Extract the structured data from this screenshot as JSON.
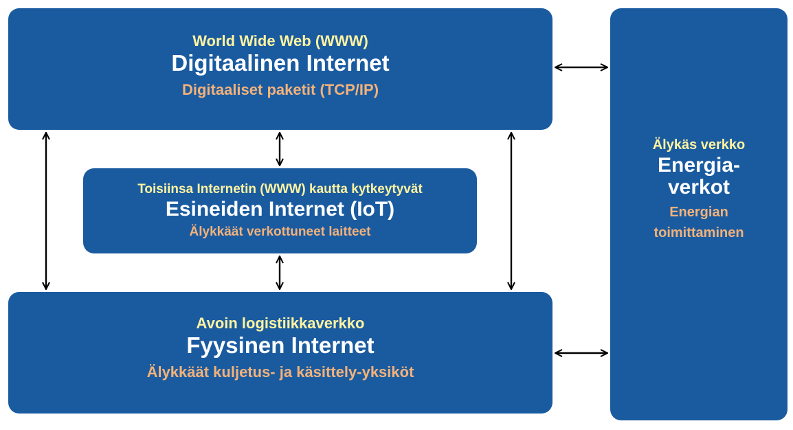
{
  "www_box": {
    "top": "World Wide Web (WWW)",
    "main": "Digitaalinen Internet",
    "sub": "Digitaaliset paketit (TCP/IP)"
  },
  "iot_box": {
    "top": "Toisiinsa Internetin (WWW) kautta kytkeytyvät",
    "main": "Esineiden Internet (IoT)",
    "sub": "Älykkäät verkottuneet laitteet"
  },
  "physical_box": {
    "top": "Avoin logistiikkaverkko",
    "main": "Fyysinen Internet",
    "sub": "Älykkäät kuljetus- ja käsittely-yksiköt"
  },
  "energy_box": {
    "top": "Älykäs verkko",
    "main_line1": "Energia-",
    "main_line2": "verkot",
    "sub_line1": "Energian",
    "sub_line2": "toimittaminen"
  },
  "colors": {
    "box_fill": "#1a5ba0",
    "top_text": "#fff3a0",
    "main_text": "#ffffff",
    "sub_text": "#f2b27a",
    "arrow": "#000000"
  }
}
